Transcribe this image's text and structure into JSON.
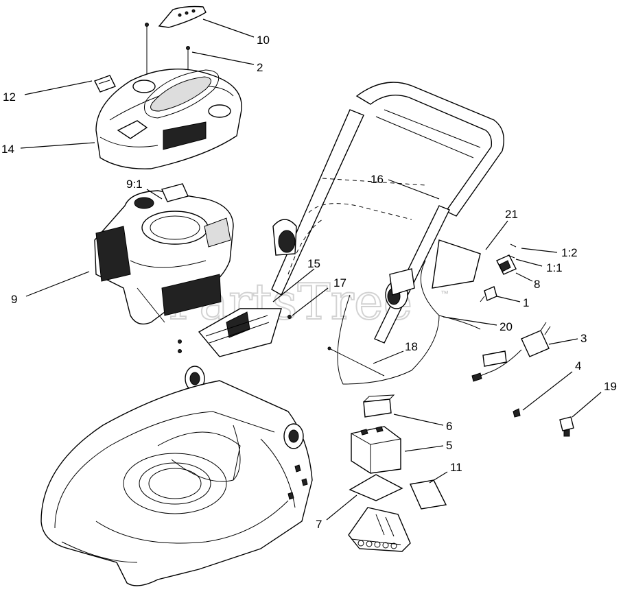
{
  "diagram": {
    "watermark": "PartsTree",
    "trademark": "™",
    "callouts": [
      {
        "id": "c10",
        "label": "10"
      },
      {
        "id": "c2",
        "label": "2"
      },
      {
        "id": "c12",
        "label": "12"
      },
      {
        "id": "c14",
        "label": "14"
      },
      {
        "id": "c9_1",
        "label": "9:1"
      },
      {
        "id": "c16",
        "label": "16"
      },
      {
        "id": "c21",
        "label": "21"
      },
      {
        "id": "c1_2",
        "label": "1:2"
      },
      {
        "id": "c1_1",
        "label": "1:1"
      },
      {
        "id": "c8",
        "label": "8"
      },
      {
        "id": "c15",
        "label": "15"
      },
      {
        "id": "c17",
        "label": "17"
      },
      {
        "id": "c9",
        "label": "9"
      },
      {
        "id": "c1",
        "label": "1"
      },
      {
        "id": "c20",
        "label": "20"
      },
      {
        "id": "c3",
        "label": "3"
      },
      {
        "id": "c18",
        "label": "18"
      },
      {
        "id": "c4",
        "label": "4"
      },
      {
        "id": "c19",
        "label": "19"
      },
      {
        "id": "c6",
        "label": "6"
      },
      {
        "id": "c5",
        "label": "5"
      },
      {
        "id": "c11",
        "label": "11"
      },
      {
        "id": "c7",
        "label": "7"
      }
    ]
  }
}
